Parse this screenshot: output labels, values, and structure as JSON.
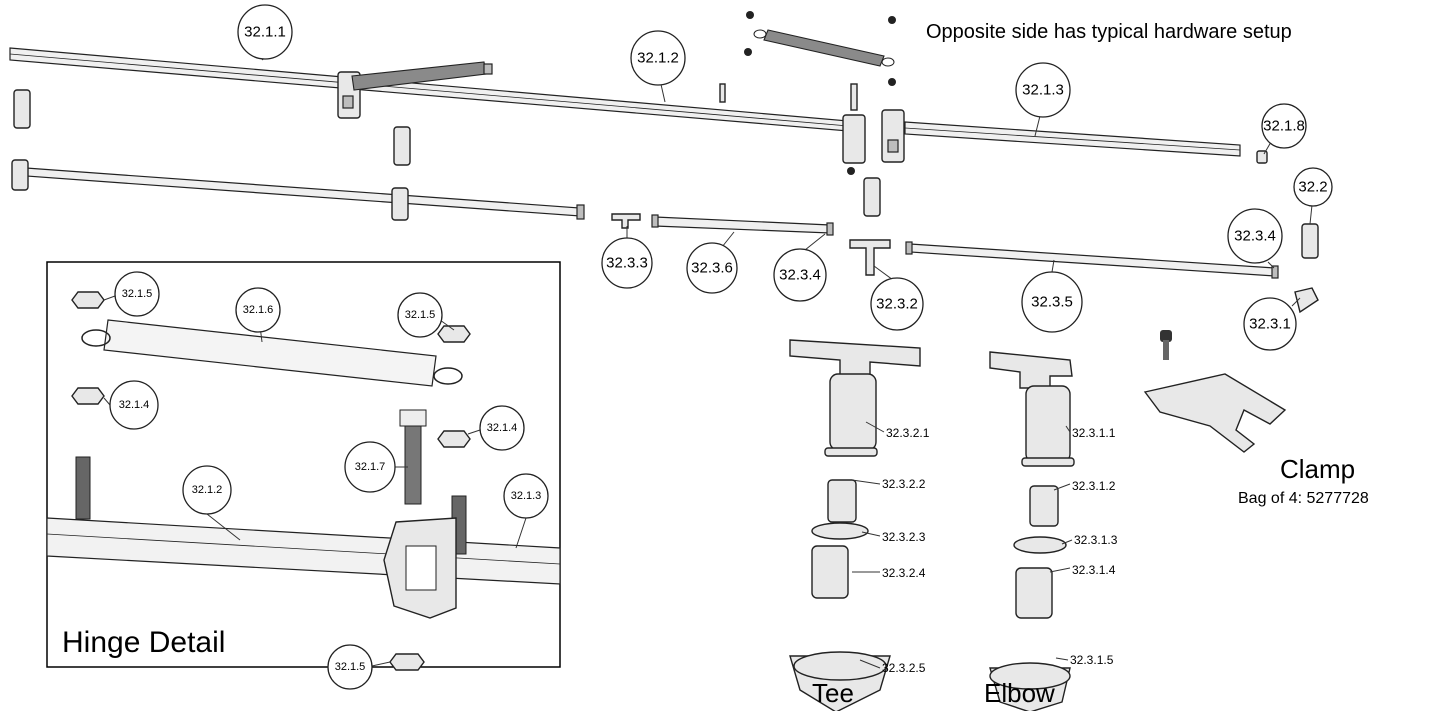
{
  "note": "Opposite side has typical hardware setup",
  "inset_title": "Hinge Detail",
  "clamp": {
    "title": "Clamp",
    "subtitle": "Bag of 4: 5277728"
  },
  "fitting_titles": {
    "tee": "Tee",
    "elbow": "Elbow"
  },
  "callouts_main": [
    "32.1.1",
    "32.1.2",
    "32.1.3",
    "32.1.8",
    "32.2",
    "32.3.4",
    "32.3.3",
    "32.3.6",
    "32.3.4",
    "32.3.2",
    "32.3.5",
    "32.3.1"
  ],
  "callouts_inset": [
    "32.1.5",
    "32.1.6",
    "32.1.5",
    "32.1.4",
    "32.1.4",
    "32.1.7",
    "32.1.2",
    "32.1.3",
    "32.1.5"
  ],
  "tee_parts": [
    "32.3.2.1",
    "32.3.2.2",
    "32.3.2.3",
    "32.3.2.4",
    "32.3.2.5"
  ],
  "elbow_parts": [
    "32.3.1.1",
    "32.3.1.2",
    "32.3.1.3",
    "32.3.1.4",
    "32.3.1.5"
  ]
}
